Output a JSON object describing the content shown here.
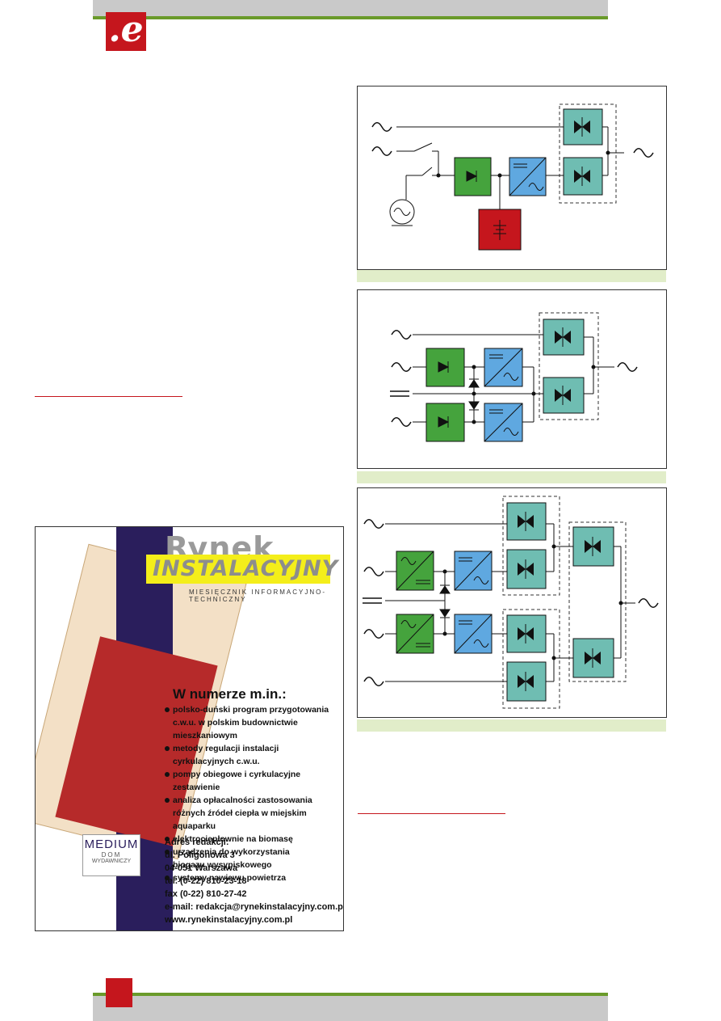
{
  "header": {
    "logo_text": ".e"
  },
  "figures": {
    "symbols": {
      "ac": "∼",
      "dc": "="
    }
  },
  "ad": {
    "brand_line1": "Rynek",
    "brand_line2": "INSTALACYJNY",
    "tagline": "MIESIĘCZNIK INFORMACYJNO-TECHNICZNY",
    "heading": "W numerze m.in.:",
    "items": [
      [
        "polsko-duński program przygotowania",
        "c.w.u. w polskim budownictwie mieszkaniowym"
      ],
      [
        "metody regulacji instalacji cyrkulacyjnych c.w.u."
      ],
      [
        "pompy obiegowe i cyrkulacyjne  zestawienie"
      ],
      [
        "analiza opłacalności zastosowania",
        "różnych źródeł ciepła w miejskim aquaparku"
      ],
      [
        "elektrociepłownie na biomasę"
      ],
      [
        "urządzenia do wykorzystania",
        "biogazu wysypiskowego"
      ],
      [
        "systemy nawiewu powietrza"
      ]
    ],
    "address_title": "Adres redakcji:",
    "address_lines": [
      "ul. Poligonowa 3",
      "04-051 Warszawa",
      "tel. (0-22) 810-23-18",
      "fax (0-22) 810-27-42",
      "e-mail: redakcja@rynekinstalacyjny.com.pl",
      "www.rynekinstalacyjny.com.pl"
    ],
    "publisher_name": "MEDIUM",
    "publisher_line2": "DOM",
    "publisher_line3": "WYDAWNICZY",
    "colors": {
      "navy": "#2a1e5c",
      "yellow": "#f4ee1a",
      "red": "#b62a2a"
    }
  },
  "colors": {
    "accent_red": "#c5161d",
    "accent_green": "#6a9a2a",
    "bar_grey": "#c9c9c9",
    "rectifier_green": "#45a33d",
    "inverter_blue": "#5fa8e0",
    "switch_teal": "#6fbdb2",
    "battery_red": "#c5161d",
    "caption_green": "#e1edc9"
  }
}
